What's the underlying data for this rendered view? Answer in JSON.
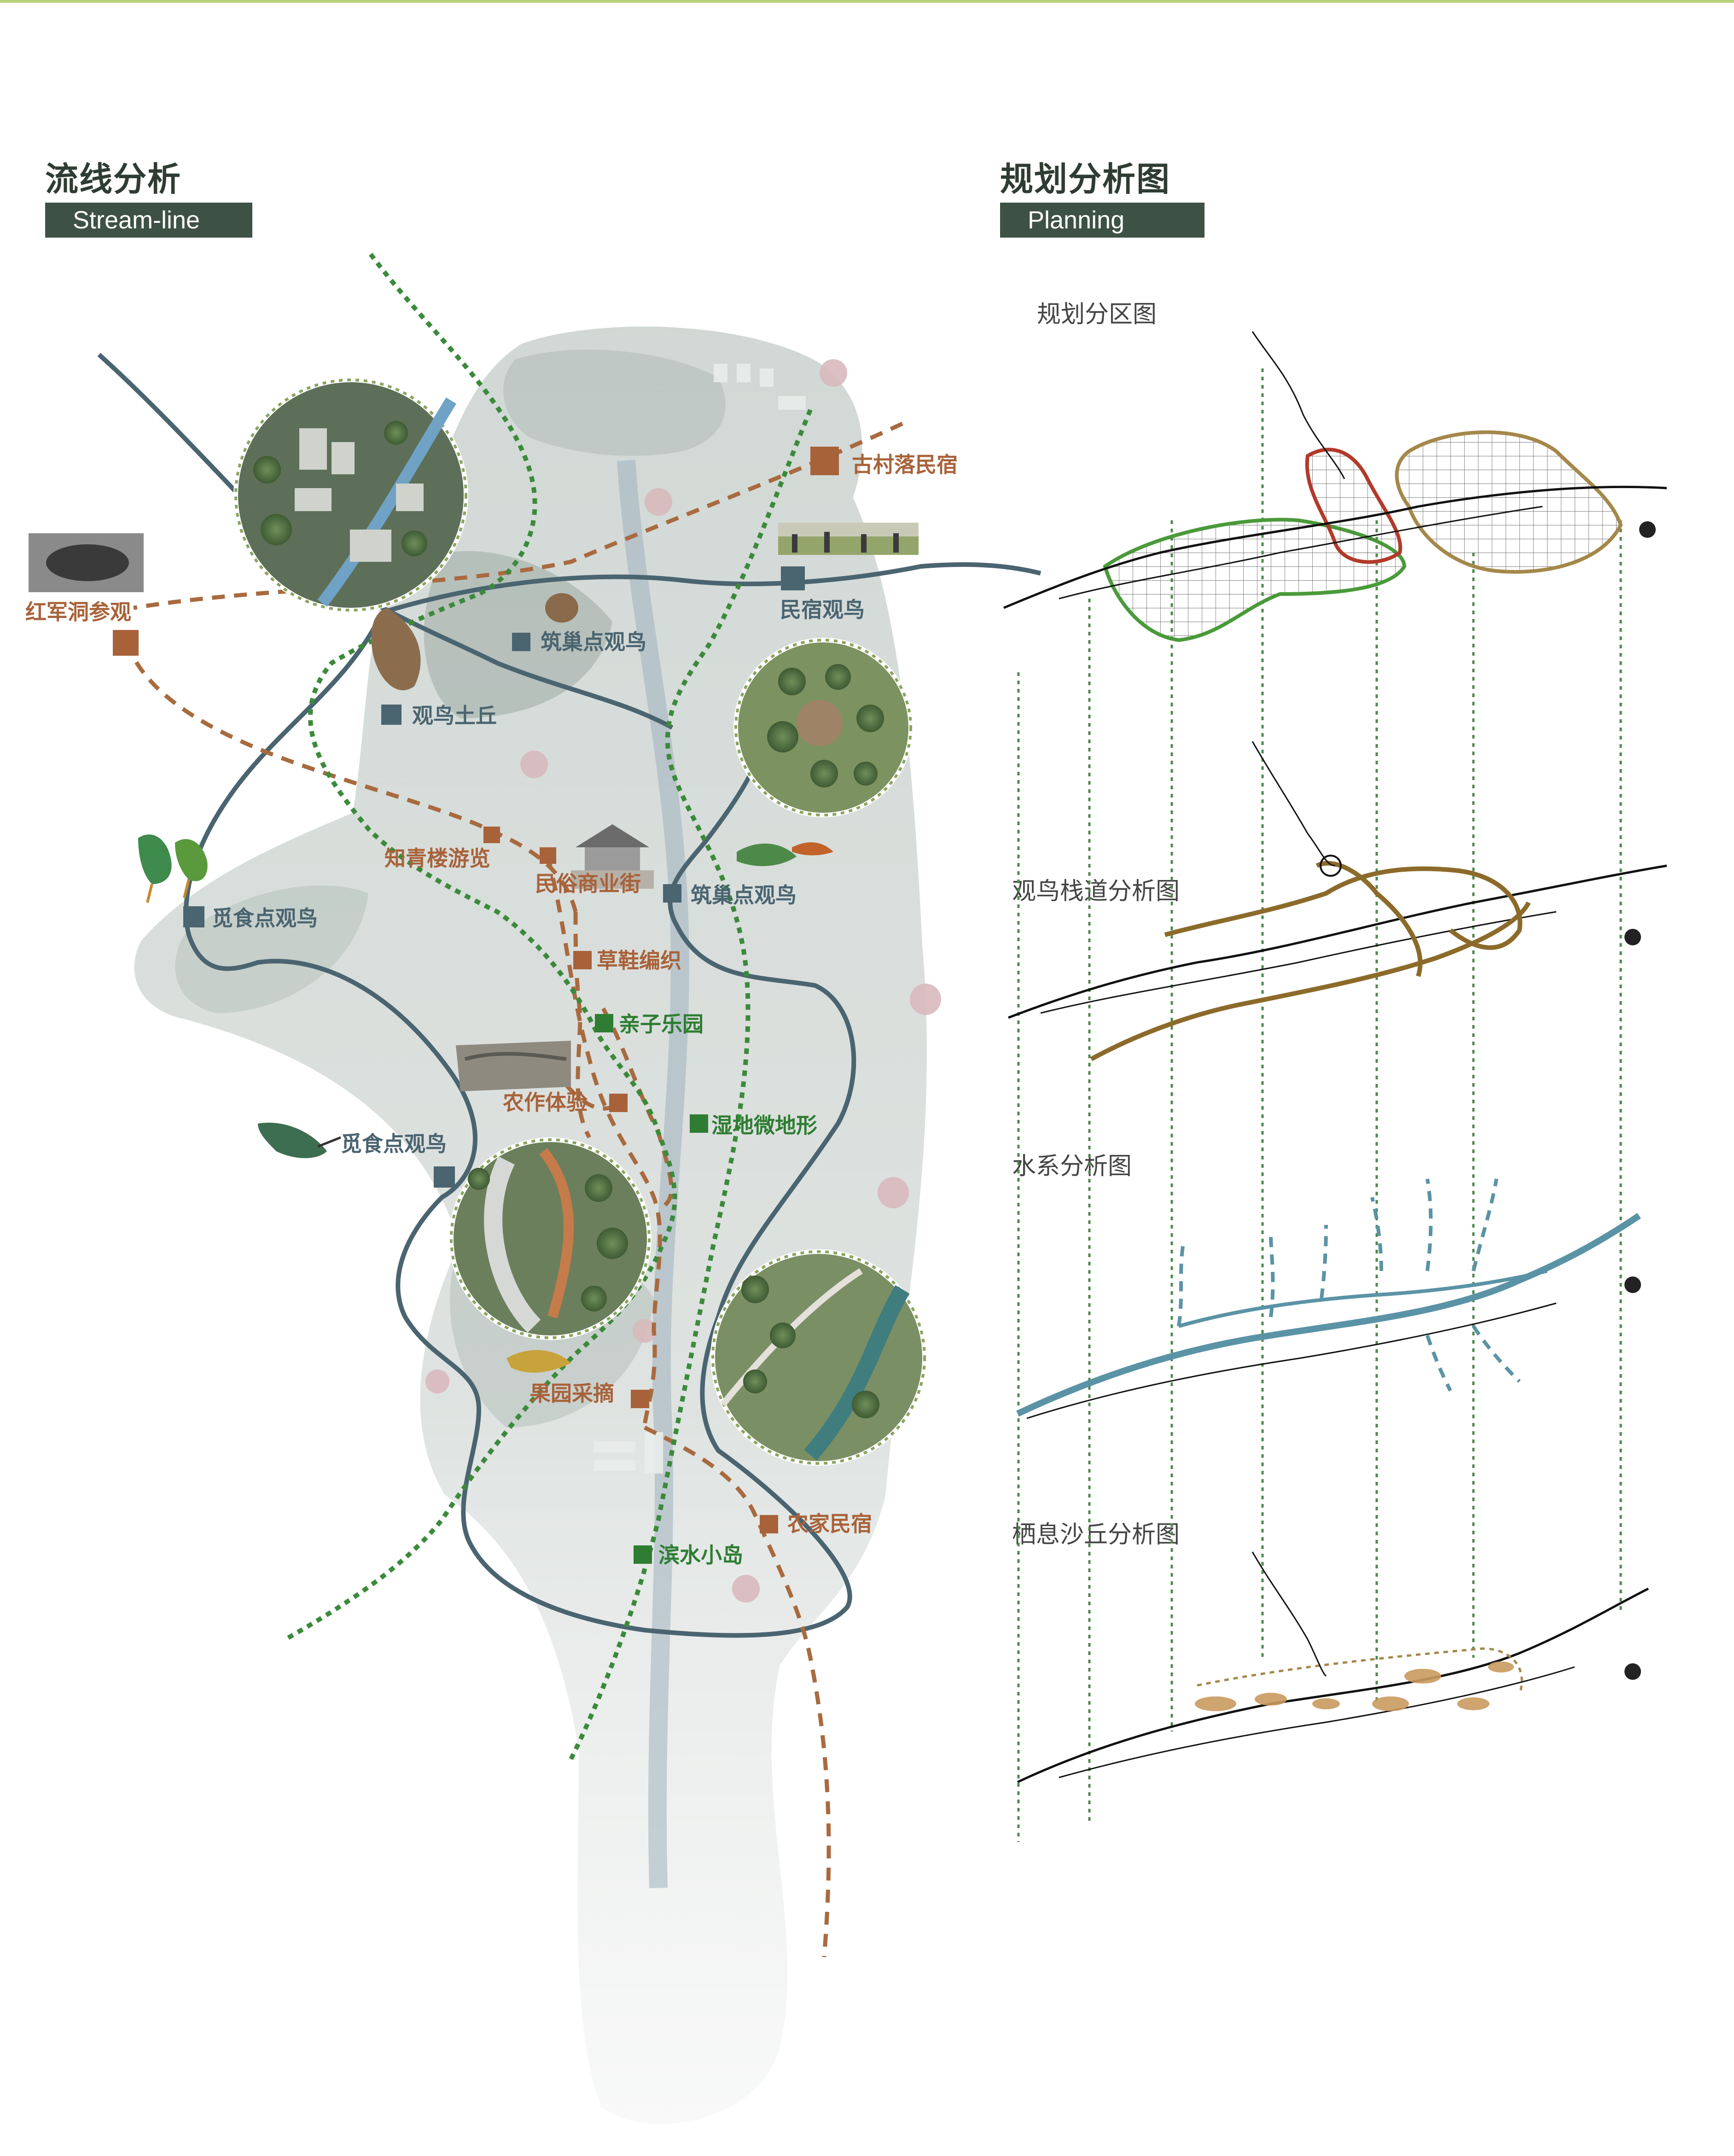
{
  "left_panel": {
    "title": "流线分析",
    "subtitle": "Stream-line",
    "labels": [
      {
        "id": "gucun",
        "text": "古村落民宿",
        "kind": "brown"
      },
      {
        "id": "hongjun",
        "text": "红军洞参观",
        "kind": "brown"
      },
      {
        "id": "minsu",
        "text": "民宿观鸟",
        "kind": "blue"
      },
      {
        "id": "zhuchao1",
        "text": "筑巢点观鸟",
        "kind": "blue"
      },
      {
        "id": "tuqiu",
        "text": "观鸟土丘",
        "kind": "blue"
      },
      {
        "id": "zhiqing",
        "text": "知青楼游览",
        "kind": "brown"
      },
      {
        "id": "minsujie",
        "text": "民俗商业街",
        "kind": "brown"
      },
      {
        "id": "zhuchao2",
        "text": "筑巢点观鸟",
        "kind": "blue"
      },
      {
        "id": "mishi1",
        "text": "觅食点观鸟",
        "kind": "blue"
      },
      {
        "id": "caoxie",
        "text": "草鞋编织",
        "kind": "brown"
      },
      {
        "id": "qinzi",
        "text": "亲子乐园",
        "kind": "green"
      },
      {
        "id": "nongzuo",
        "text": "农作体验",
        "kind": "brown"
      },
      {
        "id": "shidi",
        "text": "湿地微地形",
        "kind": "green"
      },
      {
        "id": "mishi2",
        "text": "觅食点观鸟",
        "kind": "blue"
      },
      {
        "id": "guoyuan",
        "text": "果园采摘",
        "kind": "brown"
      },
      {
        "id": "nongjia",
        "text": "农家民宿",
        "kind": "brown"
      },
      {
        "id": "binshui",
        "text": "滨水小岛",
        "kind": "green"
      }
    ]
  },
  "right_panel": {
    "title": "规划分析图",
    "subtitle": "Planning",
    "diagrams": [
      {
        "id": "zoning",
        "title": "规划分区图"
      },
      {
        "id": "boardwalk",
        "title": "观鸟栈道分析图"
      },
      {
        "id": "water",
        "title": "水系分析图"
      },
      {
        "id": "dune",
        "title": "栖息沙丘分析图"
      }
    ]
  },
  "colors": {
    "blue_route": "#4a6470",
    "brown_route": "#a86a3f",
    "green_route": "#3b8a3b",
    "green_label": "#2e7d32",
    "zone_green": "#4a9a3a",
    "zone_red": "#b23a2a",
    "zone_gold": "#a4884a",
    "boardwalk": "#8c6a2a",
    "water": "#5b93a6",
    "dune": "#c99a5f",
    "panel_bar": "#3e5145"
  }
}
